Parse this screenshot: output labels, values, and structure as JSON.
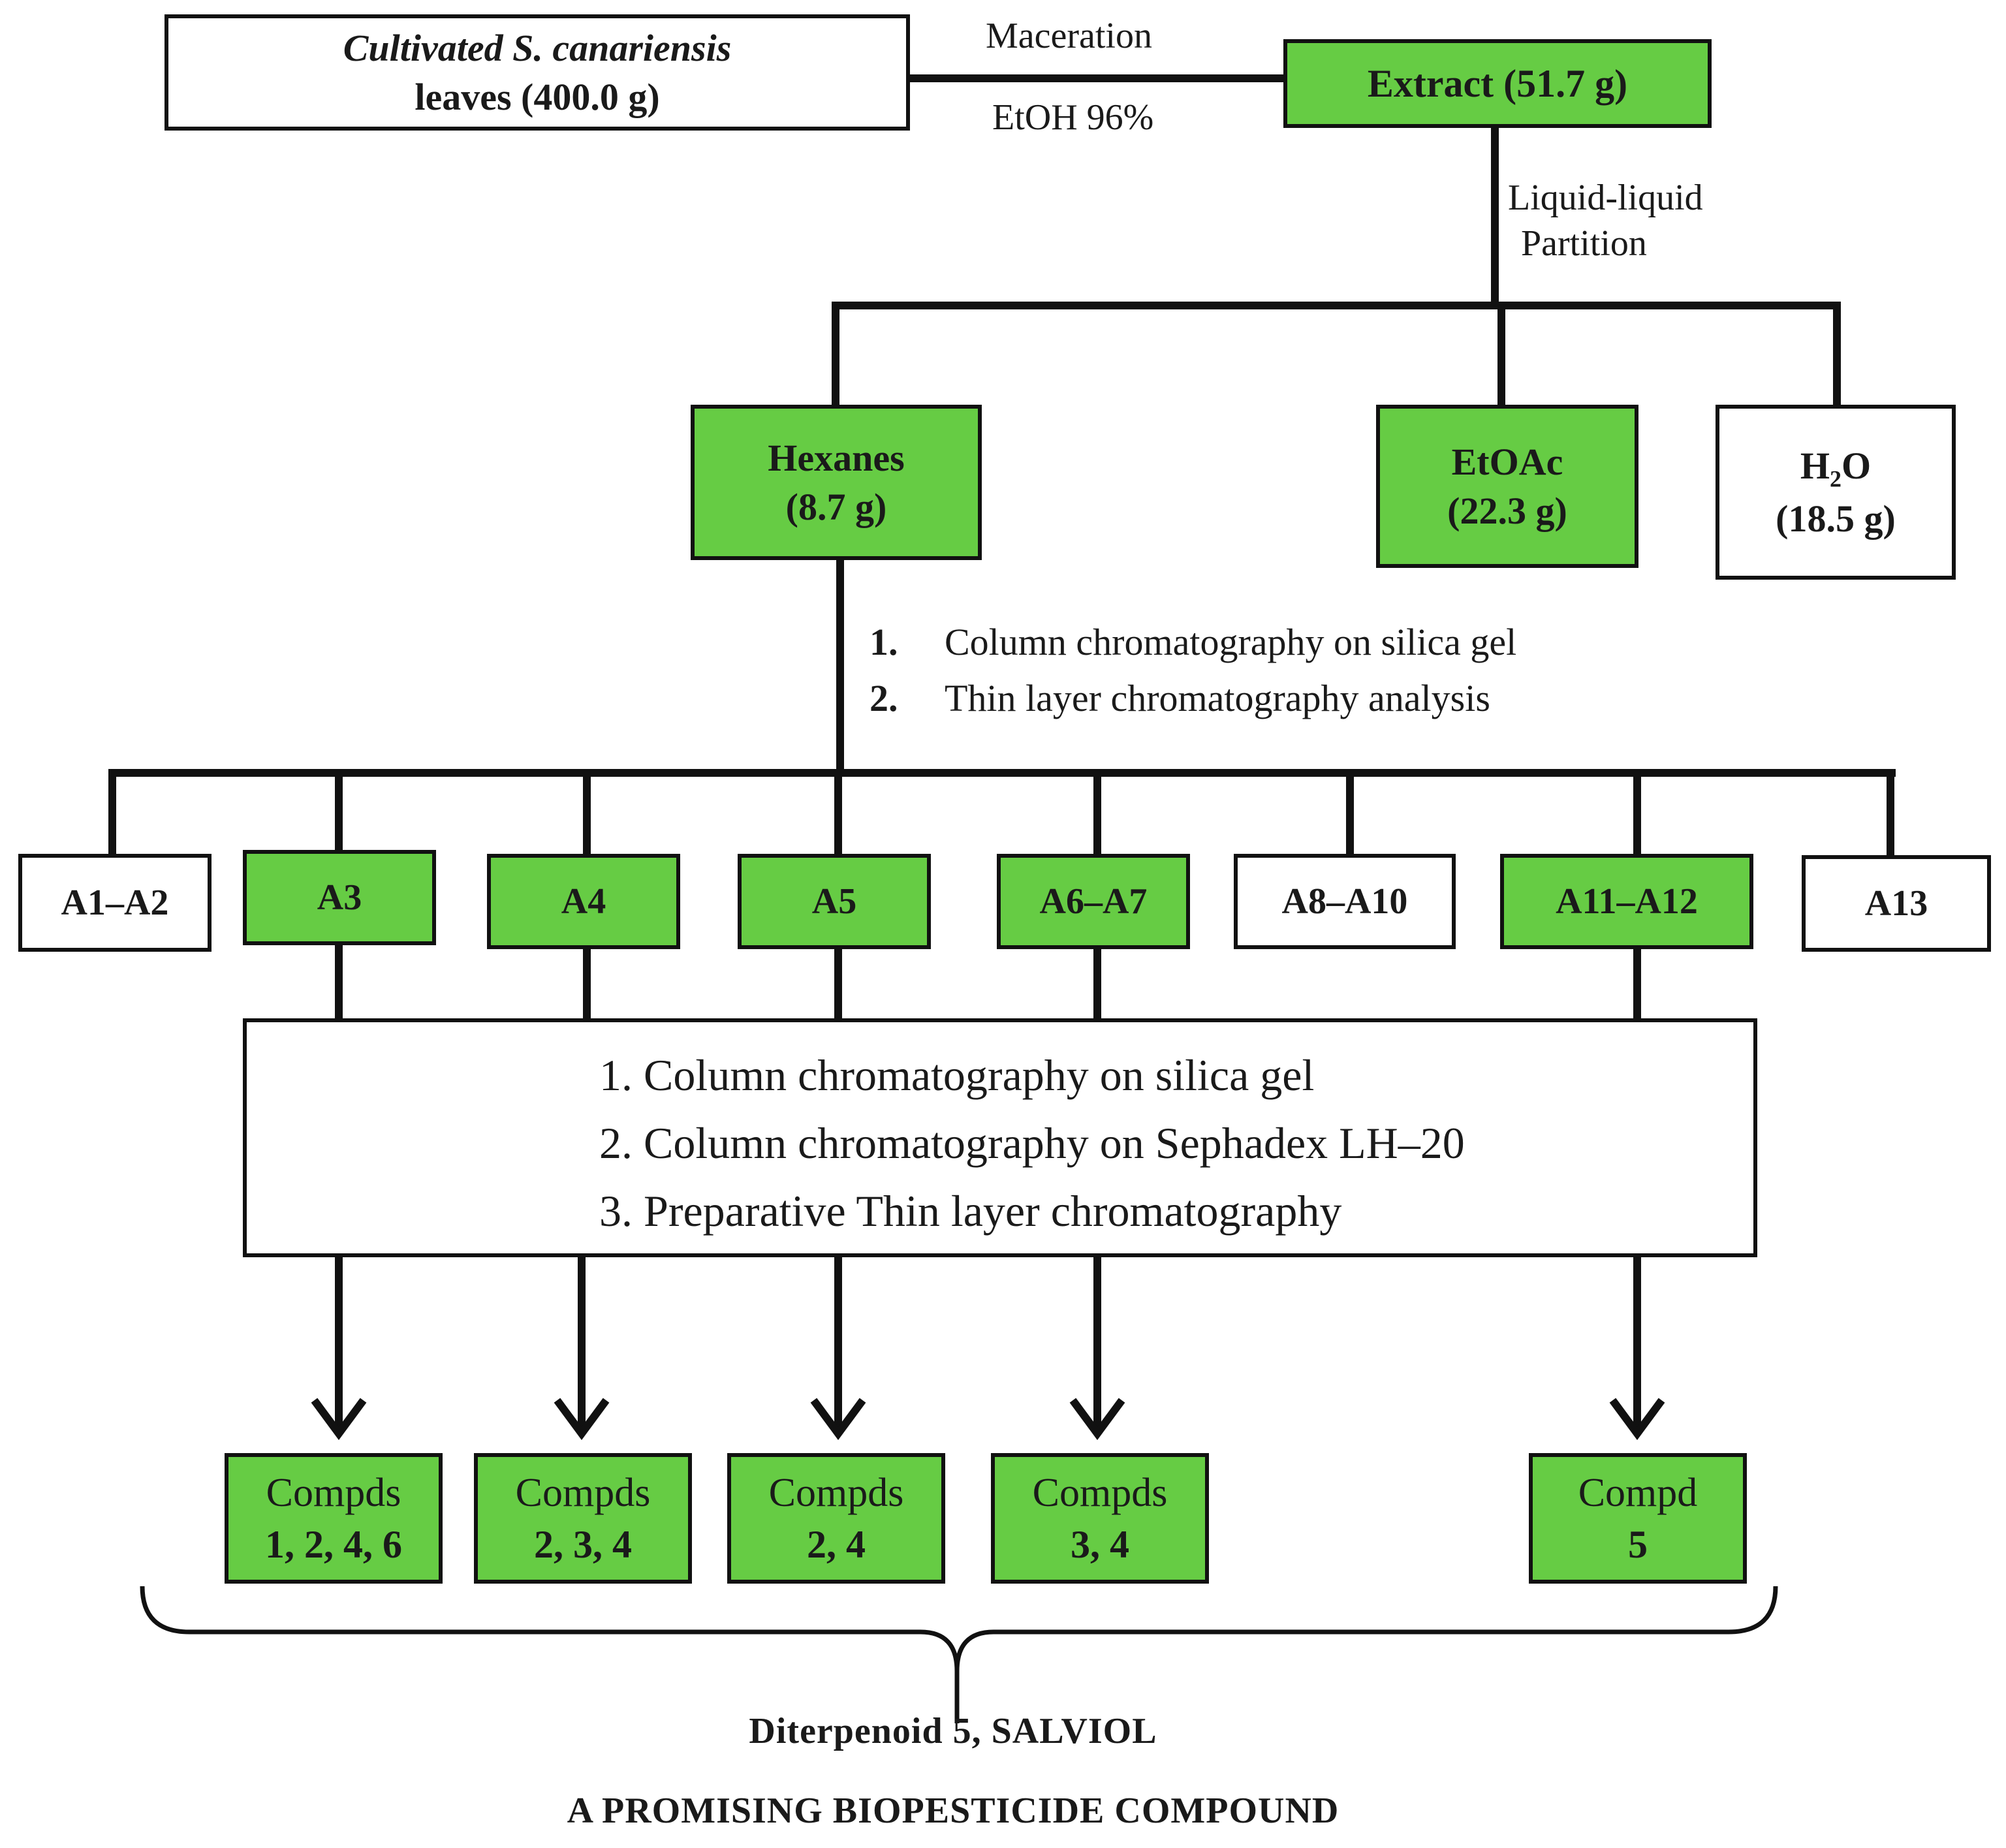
{
  "colors": {
    "highlight": "#66cc44",
    "plain": "#ffffff",
    "line": "#111111"
  },
  "source": {
    "line1": "Cultivated S. canariensis",
    "line2": "leaves (400.0 g)"
  },
  "maceration": {
    "label": "Maceration",
    "solvent": "EtOH 96%"
  },
  "extract": {
    "label": "Extract (51.7 g)"
  },
  "partition": {
    "line1": "Liquid-liquid",
    "line2": "Partition"
  },
  "fractions": {
    "hexanes": {
      "name": "Hexanes",
      "mass": "(8.7 g)"
    },
    "etoac": {
      "name": "EtOAc",
      "mass": "(22.3 g)"
    },
    "water": {
      "name_main": "H",
      "name_sub": "2",
      "name_end": "O",
      "mass": "(18.5 g)"
    }
  },
  "hexane_steps": [
    {
      "num": "1.",
      "text": "Column chromatography on silica gel"
    },
    {
      "num": "2.",
      "text": "Thin layer chromatography analysis"
    }
  ],
  "subfractions": [
    "A1–A2",
    "A3",
    "A4",
    "A5",
    "A6–A7",
    "A8–A10",
    "A11–A12",
    "A13"
  ],
  "purification_steps": [
    "1. Column chromatography on silica gel",
    "2. Column chromatography on Sephadex LH–20",
    "3. Preparative Thin layer chromatography"
  ],
  "compounds": [
    {
      "label": "Compds",
      "ids": "1, 2, 4, 6"
    },
    {
      "label": "Compds",
      "ids": "2, 3, 4"
    },
    {
      "label": "Compds",
      "ids": "2, 4"
    },
    {
      "label": "Compds",
      "ids": "3, 4"
    },
    {
      "label": "Compd",
      "ids": "5"
    }
  ],
  "conclusion": {
    "line1": "Diterpenoid 5, SALVIOL",
    "line2": "A PROMISING BIOPESTICIDE COMPOUND"
  }
}
